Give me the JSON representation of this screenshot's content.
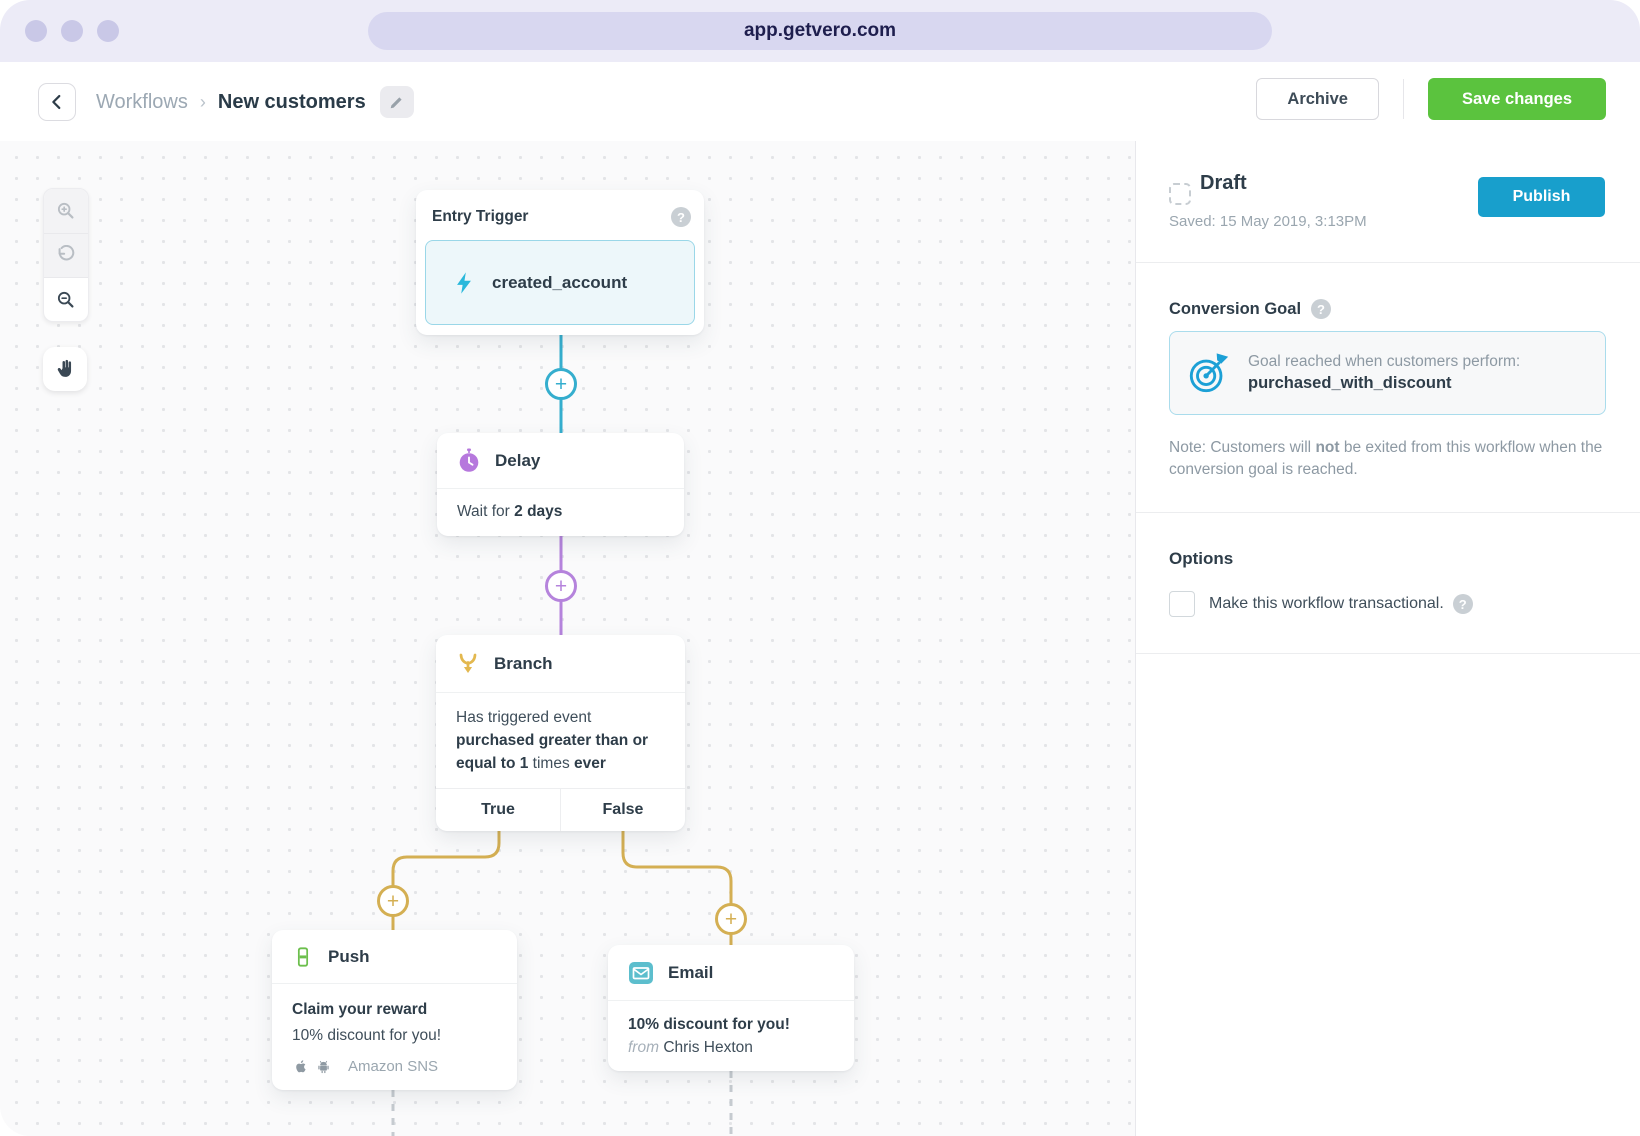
{
  "browser": {
    "url": "app.getvero.com"
  },
  "header": {
    "breadcrumb_parent": "Workflows",
    "breadcrumb_separator": "›",
    "title": "New customers",
    "archive_label": "Archive",
    "save_label": "Save changes"
  },
  "canvas": {
    "entry": {
      "title": "Entry Trigger",
      "event": "created_account"
    },
    "delay": {
      "title": "Delay",
      "body_prefix": "Wait for ",
      "body_bold": "2 days"
    },
    "branch": {
      "title": "Branch",
      "line1": "Has triggered event",
      "line2": "purchased greater than or",
      "line3_bold1": "equal to 1",
      "line3_mid": " times ",
      "line3_bold2": "ever",
      "true_label": "True",
      "false_label": "False"
    },
    "push": {
      "title": "Push",
      "heading": "Claim your reward",
      "line": "10% discount for you!",
      "provider": "Amazon SNS"
    },
    "email": {
      "title": "Email",
      "subject": "10% discount for you!",
      "from_label": "from",
      "sender": "Chris Hexton"
    }
  },
  "sidebar": {
    "status": {
      "label": "Draft",
      "saved": "Saved: 15 May 2019, 3:13PM",
      "publish_label": "Publish"
    },
    "goal": {
      "heading": "Conversion Goal",
      "prefix": "Goal reached when customers perform:",
      "event": "purchased_with_discount",
      "note_pre": "Note: Customers will ",
      "note_bold": "not",
      "note_post": " be exited from this workflow when the conversion goal is reached."
    },
    "options": {
      "heading": "Options",
      "checkbox_label": "Make this workflow transactional."
    }
  },
  "icons": {
    "plus": "+",
    "help": "?"
  },
  "colors": {
    "chrome_bg": "#ECEBF7",
    "url_pill": "#D8D7F0",
    "save_green": "#5BC33E",
    "publish_blue": "#189FCC",
    "connector_cyan": "#35AECE",
    "connector_purple": "#B583DC",
    "connector_gold": "#D4AF53",
    "trigger_cyan": "#29B8DB",
    "push_green": "#6CBF4D",
    "email_teal": "#5CBECD",
    "goal_icon_blue": "#1CA0D6",
    "text_dark": "#2E3D49",
    "text_gray": "#8D99A3"
  }
}
